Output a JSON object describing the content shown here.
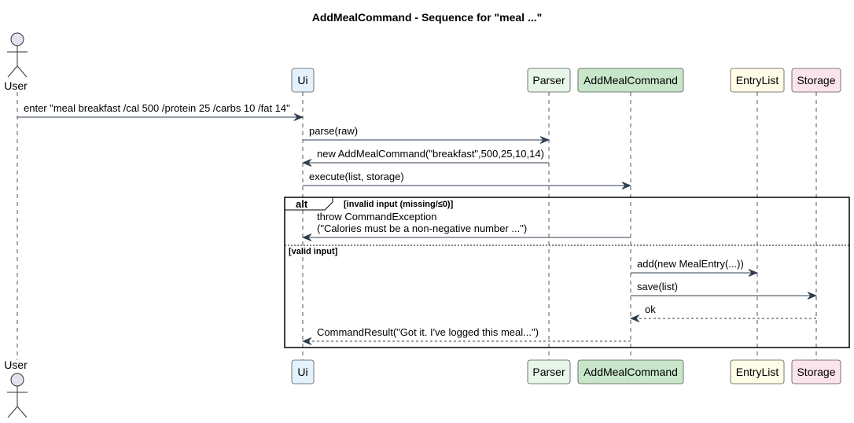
{
  "title": "AddMealCommand - Sequence for \"meal ...\"",
  "participants": [
    {
      "key": "user",
      "label": "User",
      "kind": "actor",
      "fill": "#e2e2f0"
    },
    {
      "key": "ui",
      "label": "Ui",
      "kind": "box",
      "fill": "#e3f2fd"
    },
    {
      "key": "parser",
      "label": "Parser",
      "kind": "box",
      "fill": "#e8f5e9"
    },
    {
      "key": "addmeal",
      "label": "AddMealCommand",
      "kind": "box",
      "fill": "#c8e6c9"
    },
    {
      "key": "entrylist",
      "label": "EntryList",
      "kind": "box",
      "fill": "#fffde7"
    },
    {
      "key": "storage",
      "label": "Storage",
      "kind": "box",
      "fill": "#fce4ec"
    }
  ],
  "messages": [
    {
      "from": "user",
      "to": "ui",
      "style": "solid",
      "lines": [
        "enter \"meal breakfast /cal 500 /protein 25 /carbs 10 /fat 14\""
      ]
    },
    {
      "from": "ui",
      "to": "parser",
      "style": "solid",
      "lines": [
        "parse(raw)"
      ]
    },
    {
      "from": "parser",
      "to": "ui",
      "style": "solid",
      "lines": [
        "new AddMealCommand(\"breakfast\",500,25,10,14)"
      ]
    },
    {
      "from": "ui",
      "to": "addmeal",
      "style": "solid",
      "lines": [
        "execute(list, storage)"
      ]
    },
    {
      "from": "addmeal",
      "to": "ui",
      "style": "solid",
      "lines": [
        "throw CommandException",
        "(\"Calories must be a non-negative number ...\")"
      ]
    },
    {
      "from": "addmeal",
      "to": "entrylist",
      "style": "solid",
      "lines": [
        "add(new MealEntry(...))"
      ]
    },
    {
      "from": "addmeal",
      "to": "storage",
      "style": "solid",
      "lines": [
        "save(list)"
      ]
    },
    {
      "from": "storage",
      "to": "addmeal",
      "style": "dashed",
      "lines": [
        "ok"
      ]
    },
    {
      "from": "addmeal",
      "to": "ui",
      "style": "dashed",
      "lines": [
        "CommandResult(\"Got it. I've logged this meal...\")"
      ]
    }
  ],
  "fragment": {
    "keyword": "alt",
    "guard": "[invalid input (missing/≤0)]",
    "else_guard": "[valid input]"
  }
}
